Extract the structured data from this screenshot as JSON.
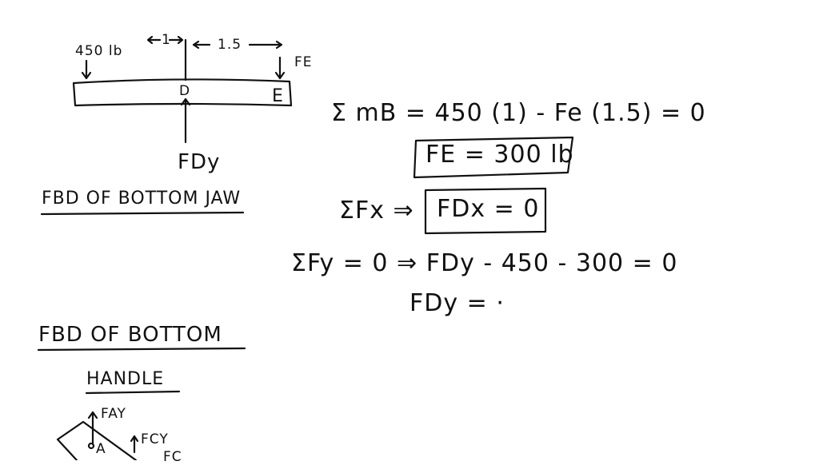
{
  "jaw_diagram": {
    "load_left": "450 lb",
    "dim_left": "1",
    "dim_right": "1.5",
    "force_e": "FE",
    "point_d": "D",
    "point_e": "E",
    "force_dy": "FDy",
    "title": "FBD OF BOTTOM JAW"
  },
  "equations": {
    "moment_eq": "Σ mB = 450 (1) - Fe (1.5) = 0",
    "fe_result": "FE = 300 lb",
    "sum_fx": "ΣFx ⇒",
    "fdx_result": "FDx = 0",
    "sum_fy": "ΣFy = 0 ⇒ FDy - 450 - 300 = 0",
    "fdy_partial": "FDy = ·"
  },
  "handle_diagram": {
    "title_line1": "FBD OF BOTTOM",
    "title_line2": "HANDLE",
    "force_ay": "FAY",
    "point_a": "A",
    "force_cy": "FCY",
    "force_cx": "FC"
  }
}
